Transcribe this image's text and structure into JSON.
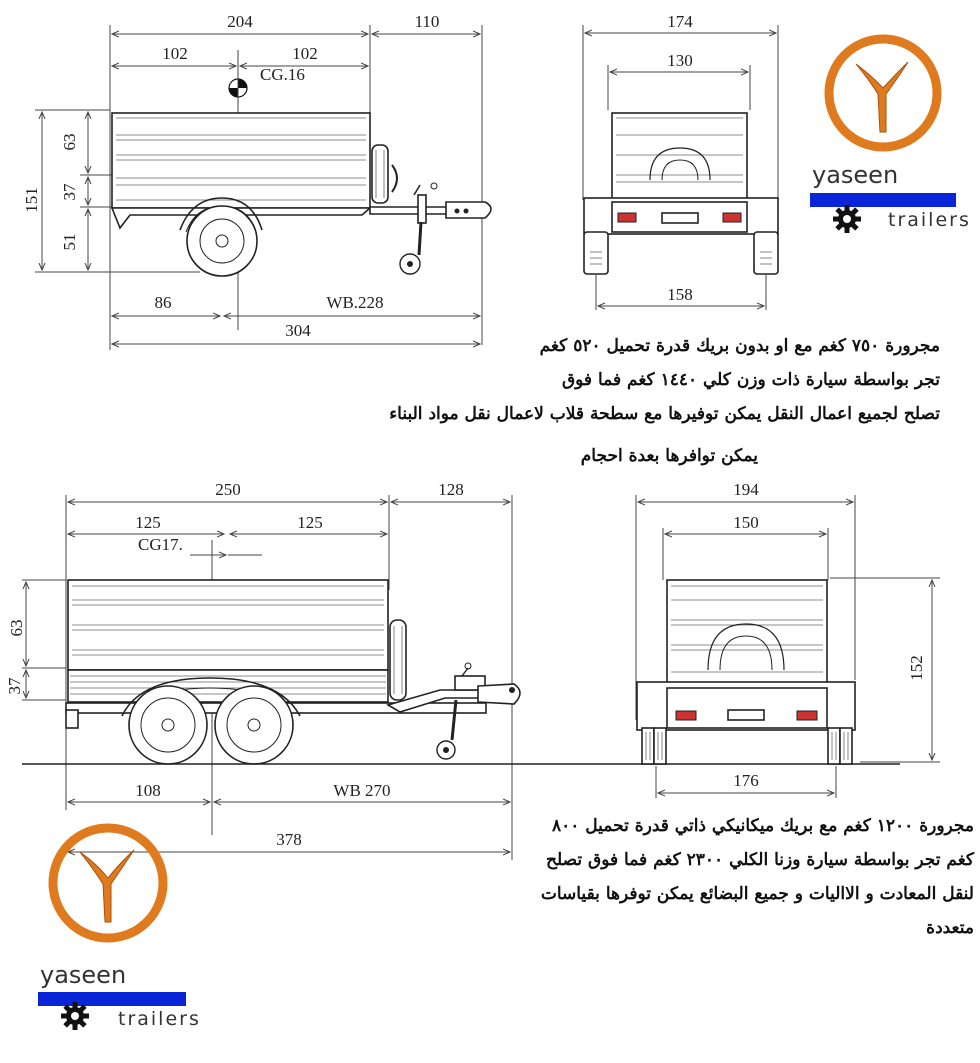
{
  "colors": {
    "logo_orange": "#e07a1e",
    "logo_blue": "#0a24d8",
    "ink": "#222222"
  },
  "logo": {
    "brand": "yaseen",
    "sub": "trailers",
    "icons": [
      "gear-icon"
    ]
  },
  "trailer1": {
    "side": {
      "overall_length": "204",
      "drawbar": "110",
      "half_left": "102",
      "half_right": "102",
      "cg": "CG.16",
      "height_total": "151",
      "h_top": "63",
      "h_mid": "37",
      "h_bottom": "51",
      "rear_to_axle": "86",
      "wheelbase": "WB.228",
      "total_length": "304"
    },
    "rear": {
      "outer_width": "174",
      "inner_width": "130",
      "track": "158"
    },
    "text": [
      "مجرورة ٧٥٠ كغم مع او بدون بريك قدرة تحميل ٥٢٠ كغم",
      "تجر بواسطة سيارة ذات وزن كلي ١٤٤٠ كغم فما فوق",
      "تصلح لجميع اعمال النقل يمكن توفيرها مع سطحة قلاب لاعمال نقل مواد البناء",
      "يمكن توافرها بعدة احجام"
    ]
  },
  "trailer2": {
    "side": {
      "overall_length": "250",
      "drawbar": "128",
      "half_left": "125",
      "half_right": "125",
      "cg": "CG17.",
      "h_top": "63",
      "h_mid": "37",
      "rear_to_axle": "108",
      "wheelbase": "WB 270",
      "total_length": "378"
    },
    "rear": {
      "outer_width": "194",
      "inner_width": "150",
      "height": "152",
      "track": "176"
    },
    "text": [
      "مجرورة ١٢٠٠ كغم مع بريك ميكانيكي ذاتي قدرة تحميل ٨٠٠",
      "كغم تجر بواسطة سيارة وزنا الكلي ٢٣٠٠ كغم فما فوق تصلح",
      "لنقل المعادت و الااليات و جميع البضائع يمكن توفرها بقياسات",
      "متعددة"
    ]
  }
}
